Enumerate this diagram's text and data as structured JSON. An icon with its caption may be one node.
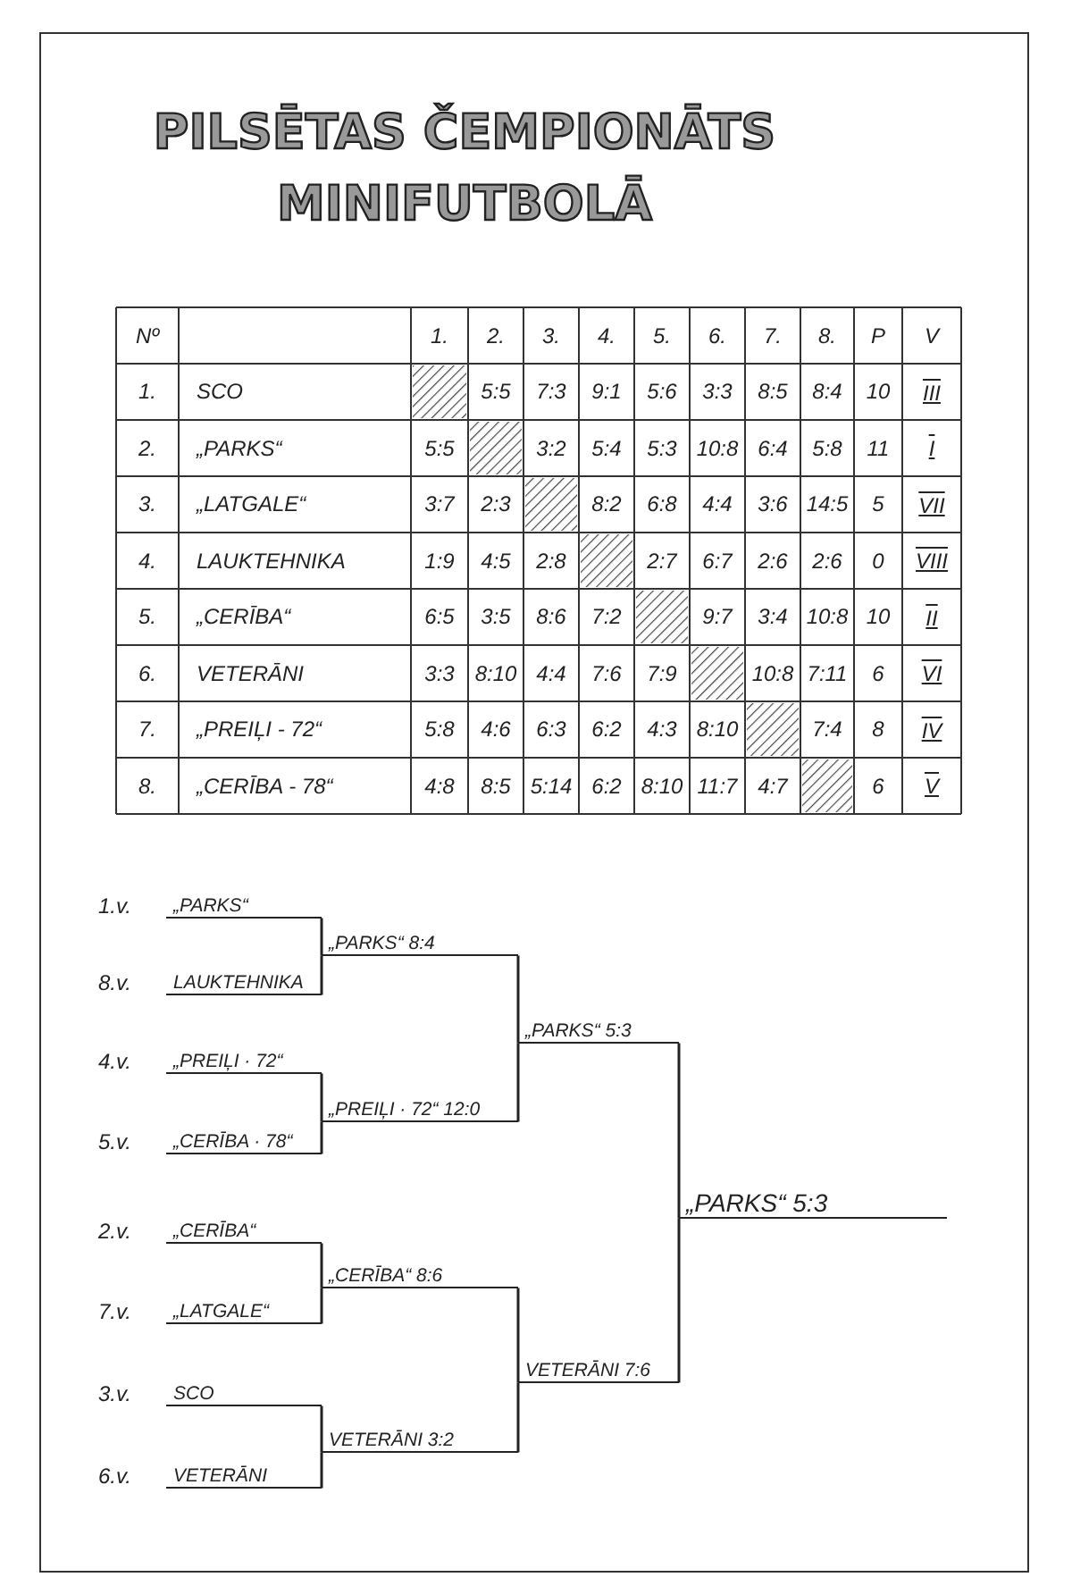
{
  "diagram": {
    "title": "PILSĒTAS ČEMPIONĀTS MINIFUTBOLĀ",
    "nodes": [
      {
        "text": [
          "„PARKS“"
        ],
        "beside": [
          "1.v."
        ]
      },
      {
        "text": [
          "LAUKTEHNIKA"
        ],
        "beside": [
          "8.v."
        ]
      },
      {
        "text": [
          "„PREIĻI · 72“"
        ],
        "beside": [
          "4.v."
        ]
      },
      {
        "text": [
          "„CERĪBA · 78“"
        ],
        "beside": [
          "5.v."
        ]
      },
      {
        "text": [
          "„CERĪBA“"
        ],
        "beside": [
          "2.v."
        ]
      },
      {
        "text": [
          "„LATGALE“"
        ],
        "beside": [
          "7.v."
        ]
      },
      {
        "text": [
          "SCO"
        ],
        "beside": [
          "3.v."
        ]
      },
      {
        "text": [
          "VETERĀNI"
        ],
        "beside": [
          "6.v."
        ]
      },
      {
        "text": [
          "„PARKS“ 8:4"
        ]
      },
      {
        "text": [
          "„PREIĻI · 72“ 12:0"
        ]
      },
      {
        "text": [
          "„CERĪBA“ 8:6"
        ]
      },
      {
        "text": [
          "VETERĀNI 3:2"
        ]
      },
      {
        "text": [
          "„PARKS“ 5:3"
        ]
      },
      {
        "text": [
          "VETERĀNI 7:6"
        ]
      },
      {
        "text": [
          "„PARKS“ 5:3"
        ]
      }
    ],
    "edges": [
      {
        "from": 0,
        "to": 8,
        "arrow": "none"
      },
      {
        "from": 1,
        "to": 8,
        "arrow": "none"
      },
      {
        "from": 2,
        "to": 9,
        "arrow": "none"
      },
      {
        "from": 3,
        "to": 9,
        "arrow": "none"
      },
      {
        "from": 4,
        "to": 10,
        "arrow": "none"
      },
      {
        "from": 5,
        "to": 10,
        "arrow": "none"
      },
      {
        "from": 6,
        "to": 11,
        "arrow": "none"
      },
      {
        "from": 7,
        "to": 11,
        "arrow": "none"
      },
      {
        "from": 8,
        "to": 12,
        "arrow": "none"
      },
      {
        "from": 9,
        "to": 12,
        "arrow": "none"
      },
      {
        "from": 10,
        "to": 13,
        "arrow": "none"
      },
      {
        "from": 11,
        "to": 13,
        "arrow": "none"
      },
      {
        "from": 12,
        "to": 14,
        "arrow": "none"
      },
      {
        "from": 13,
        "to": 14,
        "arrow": "none"
      }
    ],
    "labels": [
      "Nº",
      "1.",
      "2.",
      "3.",
      "4.",
      "5.",
      "6.",
      "7.",
      "8.",
      "P",
      "V",
      "1.",
      "SCO",
      "5:5",
      "7:3",
      "9:1",
      "5:6",
      "3:3",
      "8:5",
      "8:4",
      "10",
      "III",
      "2.",
      "„PARKS“",
      "5:5",
      "3:2",
      "5:4",
      "5:3",
      "10:8",
      "6:4",
      "5:8",
      "11",
      "I",
      "3.",
      "„LATGALE“",
      "3:7",
      "2:3",
      "8:2",
      "6:8",
      "4:4",
      "3:6",
      "14:5",
      "5",
      "VII",
      "4.",
      "LAUKTEHNIKA",
      "1:9",
      "4:5",
      "2:8",
      "2:7",
      "6:7",
      "2:6",
      "2:6",
      "0",
      "VIII",
      "5.",
      "„CERĪBA“",
      "6:5",
      "3:5",
      "8:6",
      "7:2",
      "9:7",
      "3:4",
      "10:8",
      "10",
      "II",
      "6.",
      "VETERĀNI",
      "3:3",
      "8:10",
      "4:4",
      "7:6",
      "7:9",
      "10:8",
      "7:11",
      "6",
      "VI",
      "7.",
      "„PREIĻI - 72“",
      "5:8",
      "4:6",
      "6:3",
      "6:2",
      "4:3",
      "8:10",
      "7:4",
      "8",
      "IV",
      "8.",
      "„CERĪBA - 78“",
      "4:8",
      "8:5",
      "5:14",
      "6:2",
      "8:10",
      "11:7",
      "4:7",
      "6",
      "V"
    ]
  }
}
